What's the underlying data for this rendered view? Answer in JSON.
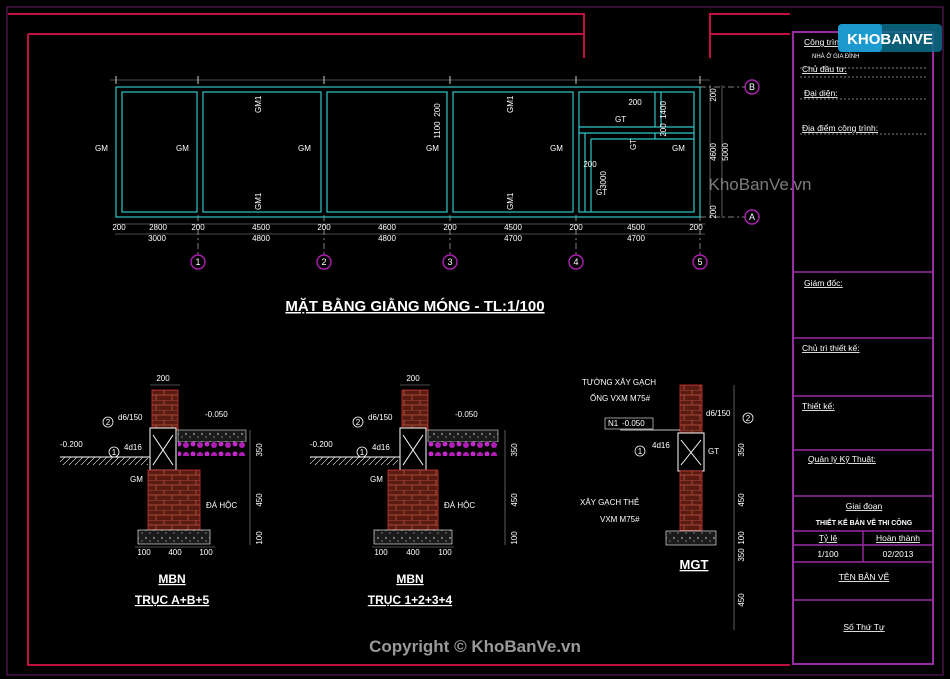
{
  "plan": {
    "title": "MẶT BẰNG GIẰNG MÓNG - TL:1/100",
    "gm": "GM",
    "gm1": "GM1",
    "gt": "GT",
    "axes_num": [
      "1",
      "2",
      "3",
      "4",
      "5"
    ],
    "axes_letter": [
      "B",
      "A"
    ],
    "dims_top_row1": [
      "200",
      "2800",
      "200",
      "4500",
      "200",
      "4600",
      "200",
      "4500",
      "200",
      "4500",
      "200"
    ],
    "dims_top_row2": [
      "3000",
      "4800",
      "4800",
      "4700",
      "4700"
    ],
    "dims_right": [
      "200",
      "4600",
      "5000",
      "200"
    ],
    "inner_dims": [
      "200",
      "1100",
      "200",
      "1400",
      "200",
      "3000",
      "200"
    ]
  },
  "details": {
    "mbn": "MBN",
    "axis_ab5": "TRỤC A+B+5",
    "axis_1234": "TRỤC 1+2+3+4",
    "mgt": "MGT",
    "dim_200": "200",
    "dim_100": "100",
    "dim_400": "400",
    "dim_350": "350",
    "dim_450": "450",
    "elev_neg050": "-0.050",
    "elev_neg200": "-0.200",
    "rebar1": "4d16",
    "rebar2": "d6/150",
    "marker1": "1",
    "marker2": "2",
    "da_hoc": "ĐÁ HỘC",
    "gm": "GM",
    "gt": "GT",
    "wall_note": "TƯỜNG XÂY GẠCH",
    "mortar_note": "ỐNG  VXM M75#",
    "n1": "N1",
    "brick_note": "XÂY GẠCH THẺ",
    "vxm": "VXM M75#"
  },
  "title_block": {
    "cong_trinh": "Công trình:",
    "project": "NHÀ Ở GIA ĐÌNH",
    "chu_dau_tu": "Chủ đầu tư:",
    "dai_dien": "Đại diện:",
    "dia_diem": "Địa điểm công trình:",
    "giam_doc": "Giám đốc:",
    "chu_tri": "Chủ trì thiết kế:",
    "thiet_ke": "Thiết kế:",
    "quan_ly": "Quản lý Kỹ Thuật:",
    "giai_doan": "Giai đoạn",
    "giai_doan_val": "THIẾT KẾ BẢN VẼ THI CÔNG",
    "ty_le": "Tỷ lệ",
    "hoan_thanh": "Hoàn thành",
    "ty_le_val": "1/100",
    "hoan_thanh_val": "02/2013",
    "ten_ban_ve": "TÊN BẢN VẼ",
    "so_thu_tu": "Số Thứ Tự"
  },
  "watermark": {
    "logo": "KHOBANVE",
    "site": "KhoBanVe.vn",
    "copyright": "Copyright © KhoBanVe.vn"
  }
}
